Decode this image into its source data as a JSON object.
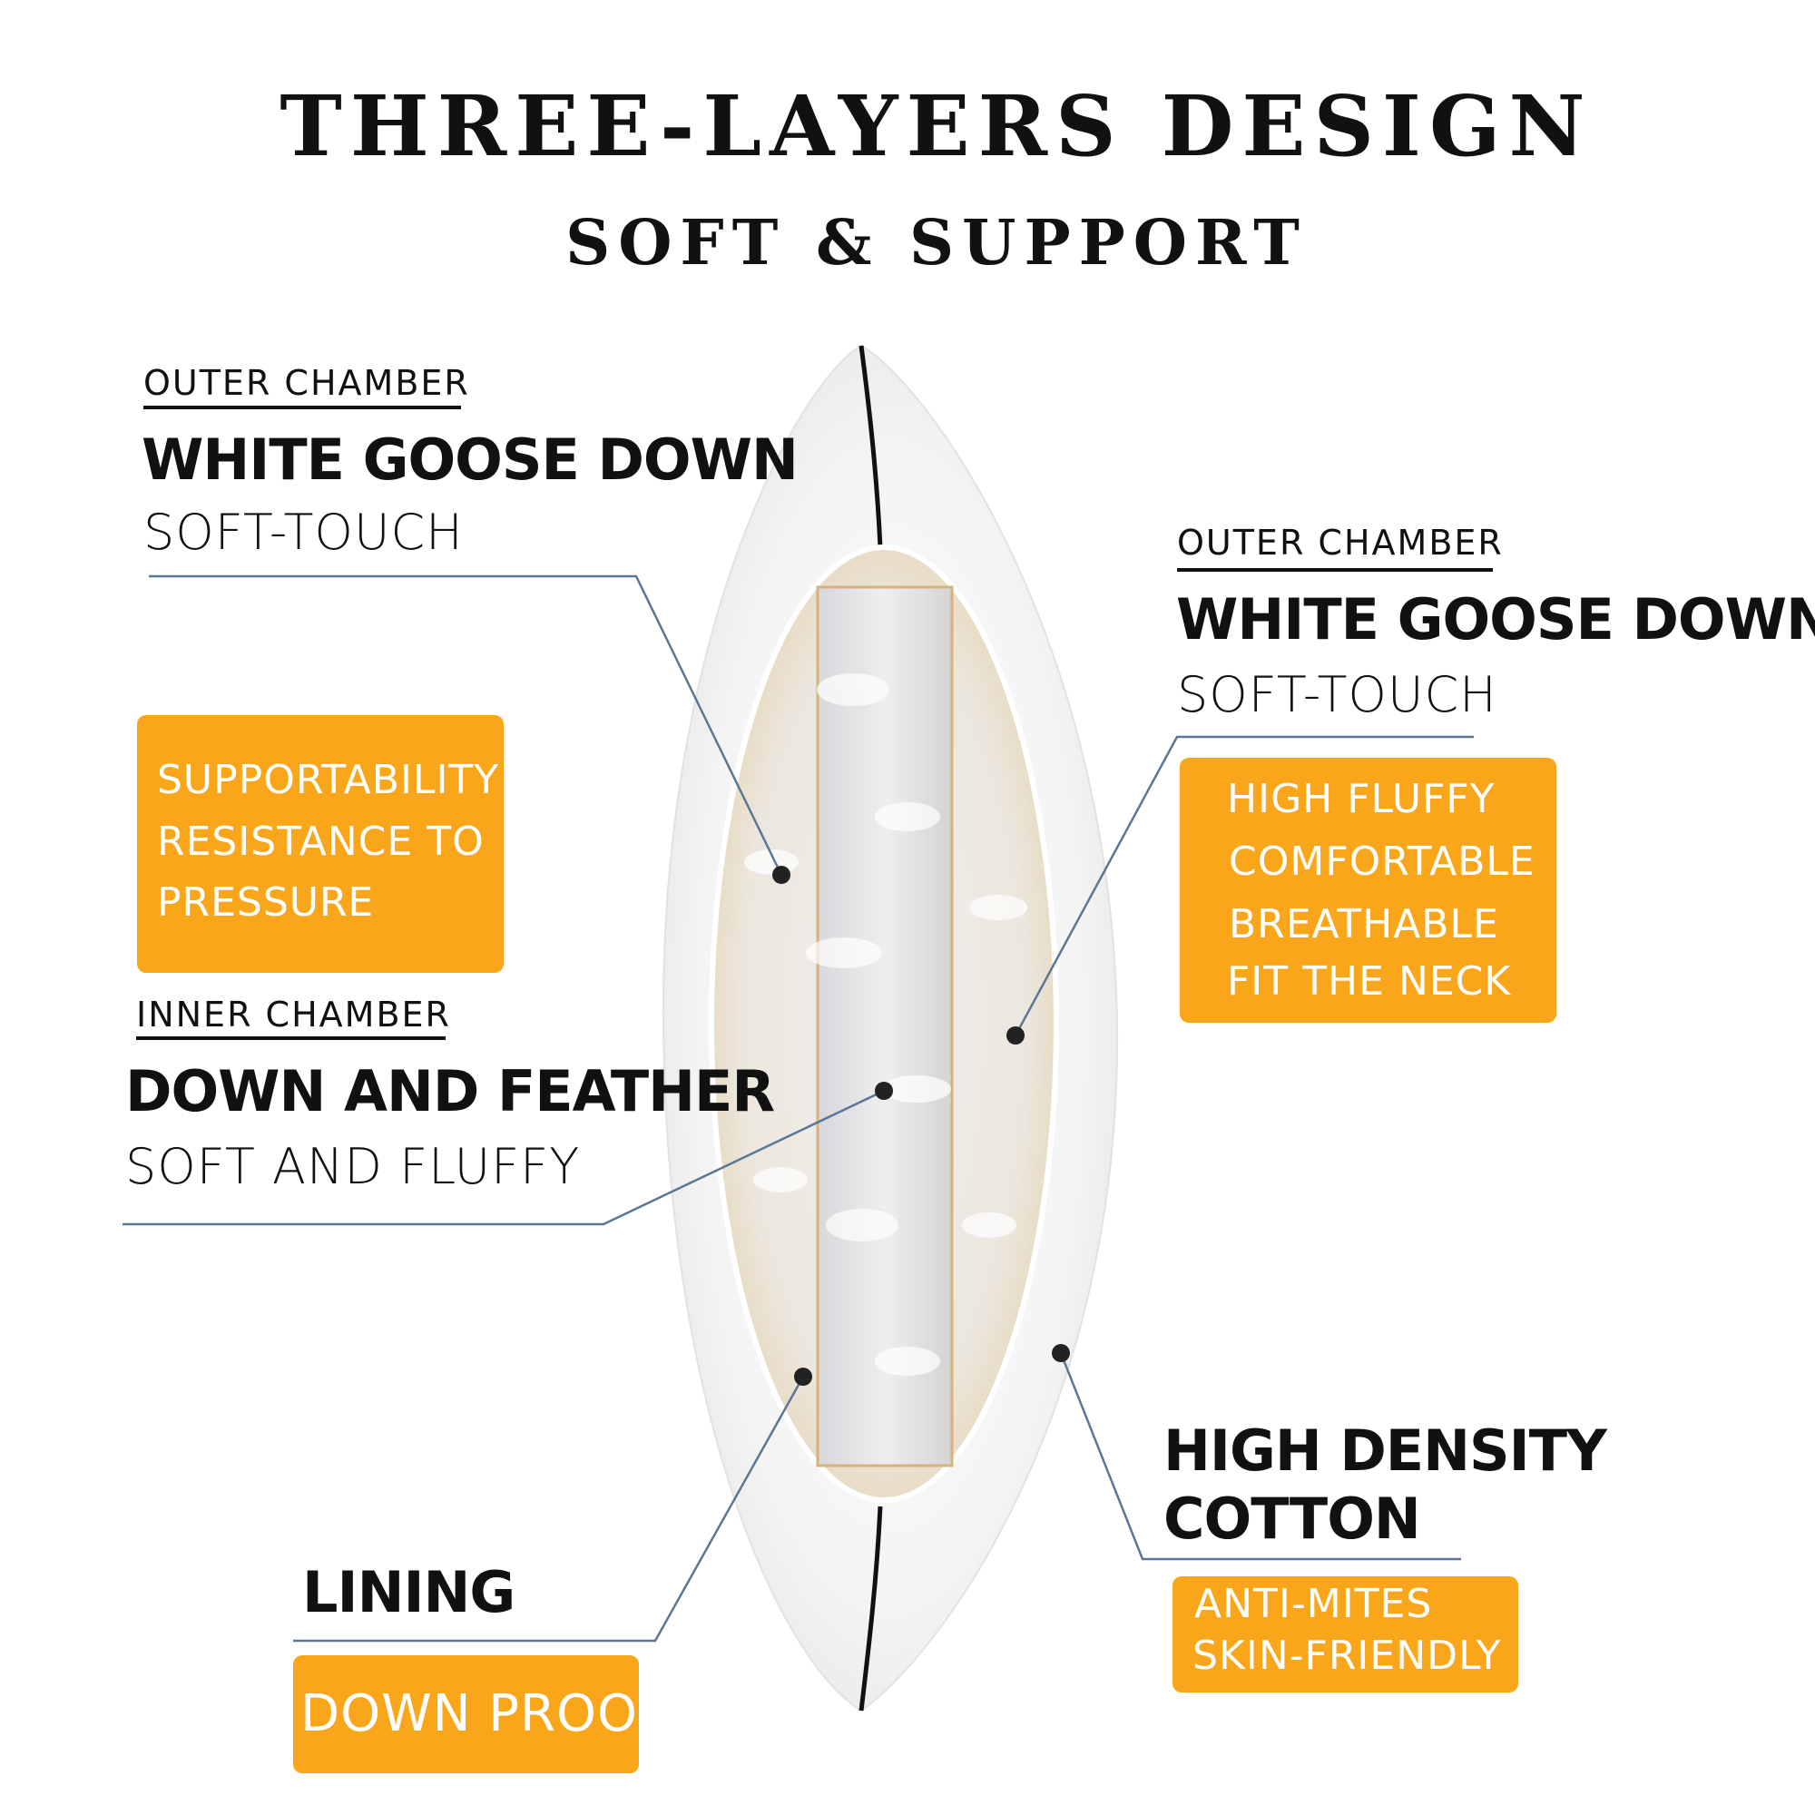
{
  "title": "THREE-LAYERS DESIGN",
  "subtitle": "SOFT & SUPPORT",
  "colors": {
    "accent": "#f9a61a",
    "leader_line": "#5b7796",
    "text": "#111111"
  },
  "left_top": {
    "label": "OUTER CHAMBER",
    "heading": "WHITE GOOSE DOWN",
    "sub": "SOFT-TOUCH"
  },
  "left_box": {
    "lines": [
      "SUPPORTABILITY",
      "RESISTANCE TO",
      "PRESSURE"
    ]
  },
  "left_mid": {
    "label": "INNER CHAMBER",
    "heading": "DOWN AND FEATHER",
    "sub": "SOFT AND FLUFFY"
  },
  "left_bottom": {
    "heading": "LINING",
    "box": "DOWN PROOF"
  },
  "right_top": {
    "label": "OUTER CHAMBER",
    "heading": "WHITE GOOSE DOWN",
    "sub": "SOFT-TOUCH"
  },
  "right_box": {
    "lines": [
      "HIGH FLUFFY",
      "COMFORTABLE",
      "BREATHABLE",
      "FIT THE NECK"
    ]
  },
  "right_bottom": {
    "heading_lines": [
      "HIGH DENSITY",
      "COTTON"
    ],
    "box_lines": [
      "ANTI-MITES",
      "SKIN-FRIENDLY"
    ]
  }
}
